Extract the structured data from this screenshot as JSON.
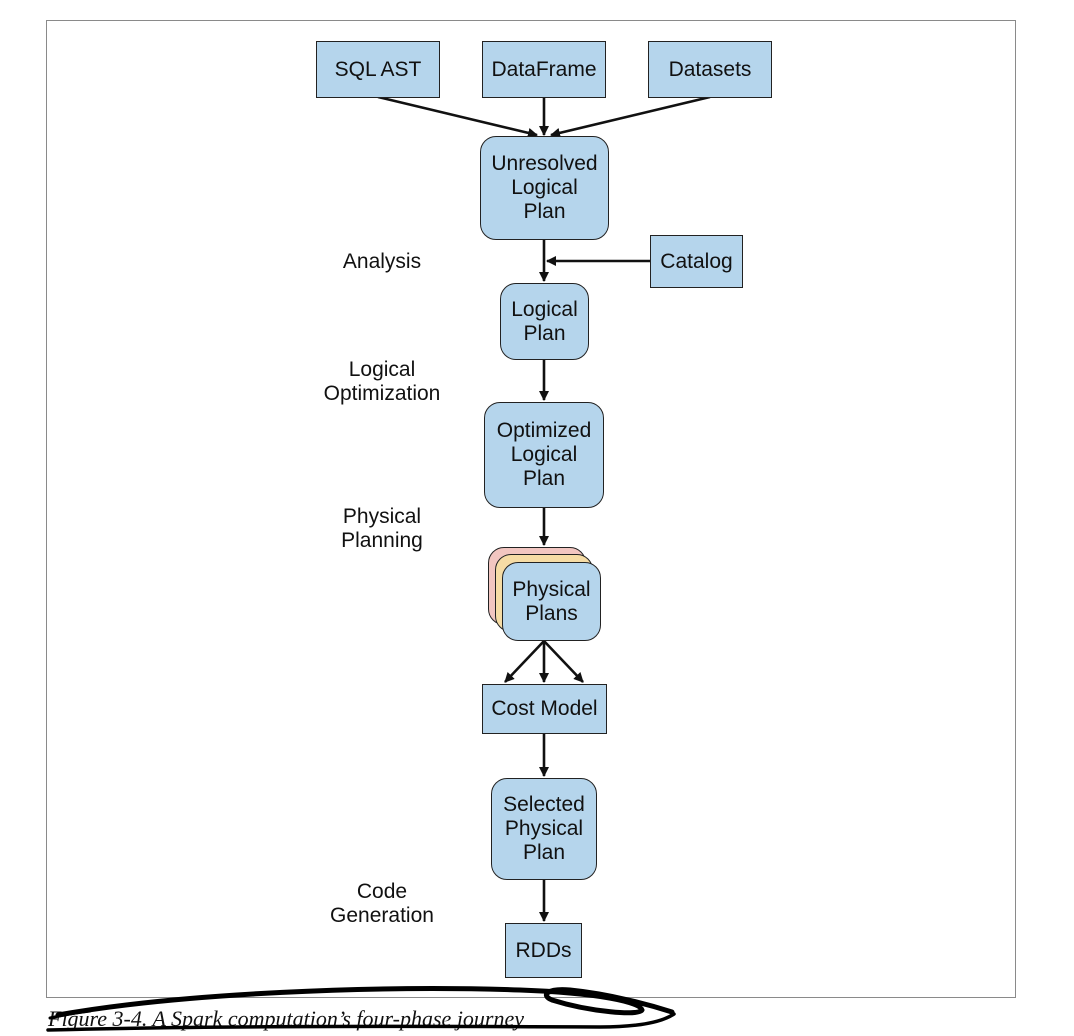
{
  "nodes": {
    "sql_ast": "SQL AST",
    "dataframe": "DataFrame",
    "datasets": "Datasets",
    "unresolved_logical_plan": "Unresolved\nLogical\nPlan",
    "catalog": "Catalog",
    "logical_plan": "Logical\nPlan",
    "optimized_logical_plan": "Optimized\nLogical\nPlan",
    "physical_plans": "Physical\nPlans",
    "cost_model": "Cost Model",
    "selected_physical_plan": "Selected\nPhysical\nPlan",
    "rdds": "RDDs"
  },
  "phases": {
    "analysis": "Analysis",
    "logical_optimization": "Logical\nOptimization",
    "physical_planning": "Physical\nPlanning",
    "code_generation": "Code\nGeneration"
  },
  "caption": "Figure 3-4. A Spark computation’s four-phase journey",
  "colors": {
    "box_fill": "#b5d5ec",
    "stack_pink": "#f2c6c1",
    "stack_yellow": "#f6dca5"
  }
}
